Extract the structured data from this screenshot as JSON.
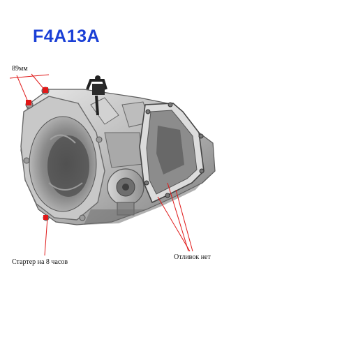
{
  "header": {
    "title": "F4A13A"
  },
  "annotations": {
    "dimension": "89мм",
    "starter": "Стартер на 8 часов",
    "no_castings": "Отливок нет"
  },
  "colors": {
    "title": "#1a3fd6",
    "callout": "#e01818"
  }
}
